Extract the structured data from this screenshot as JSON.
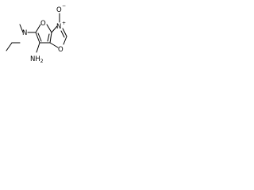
{
  "molecule": {
    "atoms": {
      "furan_oxygen": "O",
      "amine_nitrogen": "N",
      "oxazole_oxygen": "O",
      "oxazole_nitrogen": "N",
      "oxide_oxygen": "O",
      "oxide_charge": "−",
      "nitrogen_charge": "+",
      "amino_group": "NH2"
    },
    "line_color": "#000000",
    "background_color": "#ffffff"
  }
}
